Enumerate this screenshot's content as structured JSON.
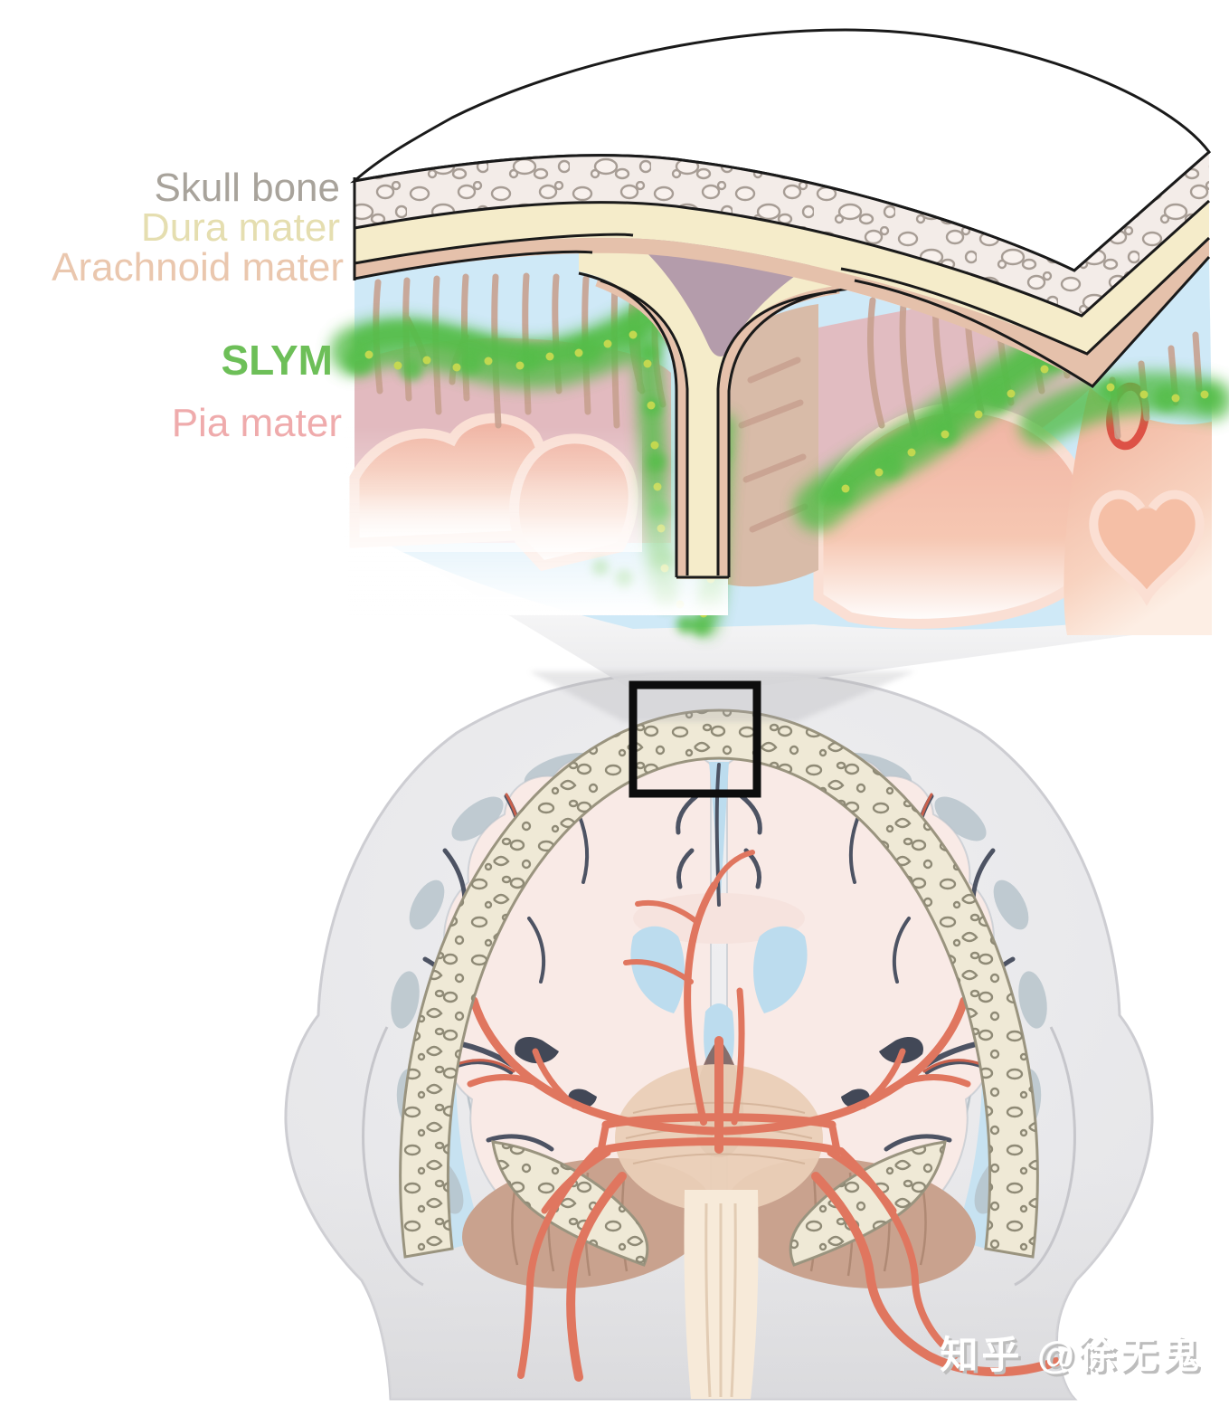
{
  "figure": {
    "type": "medical-illustration-meninges-slym",
    "inset_labels": [
      {
        "id": "skull-bone",
        "text": "Skull bone",
        "color": "#a8a39b",
        "bold": false
      },
      {
        "id": "dura-mater",
        "text": "Dura mater",
        "color": "#e5deb0",
        "bold": false
      },
      {
        "id": "arachnoid-mater",
        "text": "Arachnoid mater",
        "color": "#eac7ae",
        "bold": false
      },
      {
        "id": "slym",
        "text": "SLYM",
        "color": "#6dbf58",
        "bold": true
      },
      {
        "id": "pia-mater",
        "text": "Pia mater",
        "color": "#efabac",
        "bold": false
      }
    ],
    "watermark": {
      "text": "知乎 @徐无鬼",
      "color": "#ffffff",
      "shadow": "#bdbdbd"
    },
    "callout_box_color": "#0d0d0d",
    "palette": {
      "outline": "#1a1a1a",
      "skull_top": "#cac3b5",
      "diploe_bg": "#f3ece8",
      "diploe_blob": "#a79d95",
      "dura": "#f5ecca",
      "arachnoid": "#e5c1ab",
      "csf": "#cfe9f7",
      "trabecula": "#c8a190",
      "slym_green": "#55bd49",
      "slym_green2": "#7ccf66",
      "slym_dot": "#c6d94f",
      "sinus": "#b49cab",
      "pia_dusty": "#e4b5ba",
      "gyrus_salmon": "#f2b7a2",
      "gyrus_outline": "#fadfd4",
      "vessel_red": "#dd5246",
      "head_silhouette": "#eaeaec",
      "skull_ring": "#efe9d6",
      "ring_stroke": "#9a947f",
      "ring_blob": "#8f8a76",
      "head_csf": "#c7e2f1",
      "arachnoid_patch": "#b4c2ca",
      "brain_pink": "#f9eae6",
      "sulcus": "#4d5363",
      "brain_vessel": "#c9604c",
      "ventricle": "#bcdcee",
      "pons": "#eacfb7",
      "cerebellum": "#c9a28e",
      "spinal_cord": "#f7ead9",
      "artery": "#e0765f",
      "midbrain": "#7b5a55"
    }
  }
}
